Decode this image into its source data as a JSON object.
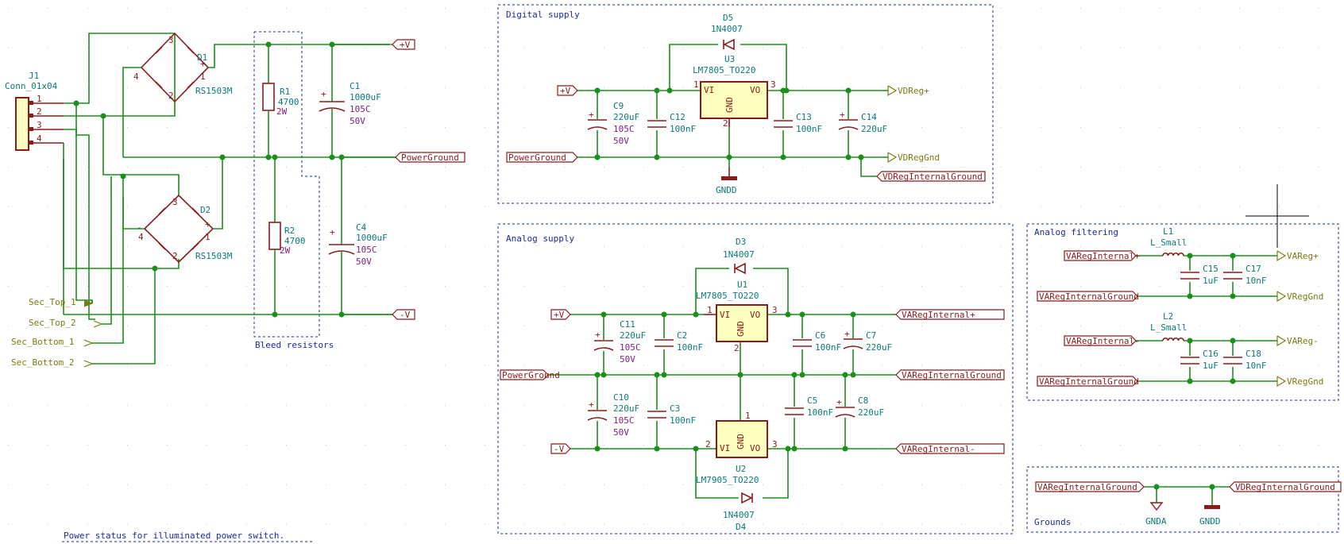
{
  "sections": {
    "digital": "Digital supply",
    "analog": "Analog supply",
    "filtering": "Analog filtering",
    "grounds": "Grounds",
    "bleed": "Bleed resistors",
    "power_status": "Power status for illuminated power switch."
  },
  "connector": {
    "ref": "J1",
    "value": "Conn_01x04",
    "pins": [
      "1",
      "2",
      "3",
      "4"
    ]
  },
  "inputs": [
    "Sec_Top_1",
    "Sec_Top_2",
    "Sec_Bottom_1",
    "Sec_Bottom_2"
  ],
  "bridges": [
    {
      "ref": "D1",
      "value": "RS1503M"
    },
    {
      "ref": "D2",
      "value": "RS1503M"
    }
  ],
  "bridge_pins": {
    "ac": "~",
    "plus": "+",
    "minus": "-",
    "p1": "1",
    "p2": "2",
    "p3": "3",
    "p4": "4"
  },
  "resistors": [
    {
      "ref": "R1",
      "value": "4700",
      "rating": "2W"
    },
    {
      "ref": "R2",
      "value": "4700",
      "rating": "2W"
    }
  ],
  "bulk_caps": [
    {
      "ref": "C1",
      "value": "1000uF",
      "temp": "105C",
      "volt": "50V"
    },
    {
      "ref": "C4",
      "value": "1000uF",
      "temp": "105C",
      "volt": "50V"
    }
  ],
  "nets": {
    "plus_v": "+V",
    "minus_v": "-V",
    "power_ground": "PowerGround",
    "vdreg_plus": "VDReg+",
    "vdreg_gnd": "VDRegGnd",
    "vdreg_internal_ground": "VDRegInternalGround",
    "vareg_internal_plus": "VARegInternal+",
    "vareg_internal_minus": "VARegInternal-",
    "vareg_internal_ground": "VARegInternalGround",
    "vareg_plus": "VAReg+",
    "vareg_minus": "VAReg-",
    "vreg_gnd": "VRegGnd",
    "gndd": "GNDD",
    "gnda": "GNDA"
  },
  "regulators": [
    {
      "ref": "U3",
      "value": "LM7805_TO220",
      "vi": "VI",
      "vo": "VO",
      "gnd": "GND",
      "pin_in": "1",
      "pin_out": "3",
      "pin_gnd": "2"
    },
    {
      "ref": "U1",
      "value": "LM7805_TO220",
      "vi": "VI",
      "vo": "VO",
      "gnd": "GND",
      "pin_in": "1",
      "pin_out": "3",
      "pin_gnd": "2"
    },
    {
      "ref": "U2",
      "value": "LM7905_TO220",
      "vi": "VI",
      "vo": "VO",
      "gnd": "GND",
      "pin_in": "2",
      "pin_out": "3",
      "pin_gnd": "1"
    }
  ],
  "diodes": [
    {
      "ref": "D5",
      "value": "1N4007"
    },
    {
      "ref": "D3",
      "value": "1N4007"
    },
    {
      "ref": "D4",
      "value": "1N4007"
    }
  ],
  "caps": {
    "C9": {
      "ref": "C9",
      "value": "220uF",
      "temp": "105C",
      "volt": "50V"
    },
    "C12": {
      "ref": "C12",
      "value": "100nF"
    },
    "C13": {
      "ref": "C13",
      "value": "100nF"
    },
    "C14": {
      "ref": "C14",
      "value": "220uF"
    },
    "C11": {
      "ref": "C11",
      "value": "220uF",
      "temp": "105C",
      "volt": "50V"
    },
    "C2": {
      "ref": "C2",
      "value": "100nF"
    },
    "C6": {
      "ref": "C6",
      "value": "100nF"
    },
    "C7": {
      "ref": "C7",
      "value": "220uF"
    },
    "C10": {
      "ref": "C10",
      "value": "220uF",
      "temp": "105C",
      "volt": "50V"
    },
    "C3": {
      "ref": "C3",
      "value": "100nF"
    },
    "C5": {
      "ref": "C5",
      "value": "100nF"
    },
    "C8": {
      "ref": "C8",
      "value": "220uF"
    },
    "C15": {
      "ref": "C15",
      "value": "1uF"
    },
    "C17": {
      "ref": "C17",
      "value": "10nF"
    },
    "C16": {
      "ref": "C16",
      "value": "1uF"
    },
    "C18": {
      "ref": "C18",
      "value": "10nF"
    }
  },
  "inductors": [
    {
      "ref": "L1",
      "value": "L_Small"
    },
    {
      "ref": "L2",
      "value": "L_Small"
    }
  ],
  "polarity_plus": "+"
}
